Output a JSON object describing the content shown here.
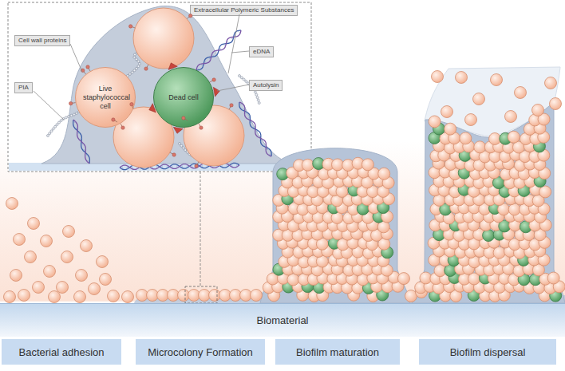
{
  "diagram": {
    "nodes": [
      {
        "text": [
          "Extracellular Polymeric Substances"
        ]
      },
      {
        "text": [
          "Cell wall proteins"
        ]
      },
      {
        "text": [
          "Live staphylococcal cell"
        ]
      },
      {
        "text": [
          "eDNA"
        ]
      },
      {
        "text": [
          "Dead cell"
        ]
      },
      {
        "text": [
          "Autolysin"
        ]
      },
      {
        "text": [
          "PIA"
        ]
      },
      {
        "text": [
          "Biomaterial"
        ]
      },
      {
        "text": [
          "Bacterial adhesion"
        ]
      },
      {
        "text": [
          "Microcolony Formation"
        ]
      },
      {
        "text": [
          "Biofilm maturation"
        ]
      },
      {
        "text": [
          "Biofilm dispersal"
        ]
      }
    ]
  }
}
